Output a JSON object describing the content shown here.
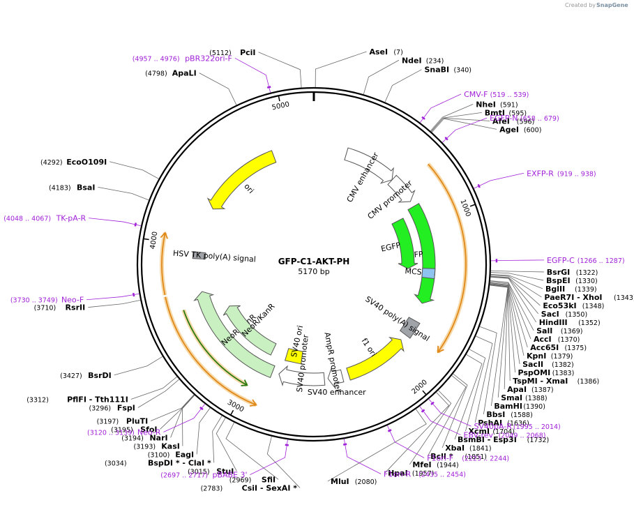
{
  "plasmid": {
    "name": "GFP-C1-AKT-PH",
    "length_label": "5170 bp",
    "length": 5170
  },
  "credit": {
    "prefix": "Created by",
    "brand": "SnapGene"
  },
  "ruler_ticks": [
    {
      "bp": 1000,
      "label": "1000"
    },
    {
      "bp": 2000,
      "label": "2000"
    },
    {
      "bp": 3000,
      "label": "3000"
    },
    {
      "bp": 4000,
      "label": "4000"
    },
    {
      "bp": 5000,
      "label": "5000"
    }
  ],
  "features": [
    {
      "name": "CMV enhancer",
      "start": 235,
      "end": 614,
      "color": "#ffffff",
      "strand": 1,
      "ring": "inner"
    },
    {
      "name": "CMV promoter",
      "start": 615,
      "end": 818,
      "color": "#ffffff",
      "strand": 1,
      "ring": "inner"
    },
    {
      "name": "EGFP",
      "start": 860,
      "end": 1577,
      "color": "#22ee22",
      "strand": 1,
      "ring": "inner"
    },
    {
      "name": "EGFP",
      "start": 900,
      "end": 1330,
      "color": "#22ee22",
      "strand": 1,
      "ring": "inner2"
    },
    {
      "name": "MCS",
      "start": 1322,
      "end": 1390,
      "color": "#8ec3f0",
      "strand": 0,
      "ring": "inner"
    },
    {
      "name": "SV40 poly(A) signal",
      "start": 1711,
      "end": 1832,
      "color": "#a0a4a8",
      "strand": 0,
      "ring": "inner"
    },
    {
      "name": "f1 ori",
      "start": 1879,
      "end": 2334,
      "color": "#ffff00",
      "strand": -1,
      "ring": "inner"
    },
    {
      "name": "AmpR promoter",
      "start": 2380,
      "end": 2484,
      "color": "#ffffff",
      "strand": 1,
      "ring": "inner"
    },
    {
      "name": "SV40 promoter",
      "start": 2510,
      "end": 2839,
      "color": "#ffffff",
      "strand": 1,
      "ring": "inner"
    },
    {
      "name": "SV40 ori",
      "start": 2690,
      "end": 2825,
      "color": "#ffff00",
      "strand": 0,
      "ring": "inner2"
    },
    {
      "name": "SV40 enhancer",
      "start": 2560,
      "end": 2690,
      "color": "#ffffff",
      "strand": 0,
      "ring": "hidden"
    },
    {
      "name": "NeoR/KanR",
      "start": 2887,
      "end": 3681,
      "color": "#c8f0c0",
      "strand": 1,
      "ring": "inner"
    },
    {
      "name": "NeoR/KanR",
      "start": 2950,
      "end": 3500,
      "color": "#c8f0c0",
      "strand": 1,
      "ring": "inner2"
    },
    {
      "name": "HSV TK poly(A) signal",
      "start": 3917,
      "end": 3964,
      "color": "#a0a4a8",
      "strand": 0,
      "ring": "inner"
    },
    {
      "name": "ori",
      "start": 4290,
      "end": 4878,
      "color": "#ffff00",
      "strand": -1,
      "ring": "inner"
    }
  ],
  "orfs": [
    {
      "start": 700,
      "end": 1800,
      "strand": 1,
      "arrow_color": "#e0891a"
    },
    {
      "start": 2905,
      "end": 3700,
      "strand": -1,
      "arrow_color": "#e0891a"
    },
    {
      "start": 3710,
      "end": 4050,
      "strand": 1,
      "arrow_color": "#e0891a"
    },
    {
      "start": 3000,
      "end": 3600,
      "strand": -1,
      "arrow_color": "#2a7a14"
    }
  ],
  "sites": [
    {
      "name": "PciI",
      "pos": "(5112)",
      "bp": 5112,
      "side": "left"
    },
    {
      "name": "AseI",
      "pos": "(7)",
      "bp": 7,
      "side": "right"
    },
    {
      "name": "NdeI",
      "pos": "(234)",
      "bp": 234,
      "side": "right"
    },
    {
      "name": "SnaBI",
      "pos": "(340)",
      "bp": 340,
      "side": "right"
    },
    {
      "name": "NheI",
      "pos": "(591)",
      "bp": 591,
      "side": "right"
    },
    {
      "name": "BmtI",
      "pos": "(595)",
      "bp": 595,
      "side": "right"
    },
    {
      "name": "AfeI",
      "pos": "(596)",
      "bp": 596,
      "side": "right"
    },
    {
      "name": "AgeI",
      "pos": "(600)",
      "bp": 600,
      "side": "right"
    },
    {
      "name": "BsrGI",
      "pos": "(1322)",
      "bp": 1322,
      "side": "right"
    },
    {
      "name": "BspEI",
      "pos": "(1330)",
      "bp": 1330,
      "side": "right"
    },
    {
      "name": "BglII",
      "pos": "(1339)",
      "bp": 1339,
      "side": "right"
    },
    {
      "name": "PaeR7I - XhoI",
      "pos": "(1343)",
      "bp": 1343,
      "side": "right"
    },
    {
      "name": "Eco53kI",
      "pos": "(1348)",
      "bp": 1348,
      "side": "right"
    },
    {
      "name": "SacI",
      "pos": "(1350)",
      "bp": 1350,
      "side": "right"
    },
    {
      "name": "HindIII",
      "pos": "(1352)",
      "bp": 1352,
      "side": "right"
    },
    {
      "name": "SalI",
      "pos": "(1369)",
      "bp": 1369,
      "side": "right"
    },
    {
      "name": "AccI",
      "pos": "(1370)",
      "bp": 1370,
      "side": "right"
    },
    {
      "name": "Acc65I",
      "pos": "(1375)",
      "bp": 1375,
      "side": "right"
    },
    {
      "name": "KpnI",
      "pos": "(1379)",
      "bp": 1379,
      "side": "right"
    },
    {
      "name": "SacII",
      "pos": "(1382)",
      "bp": 1382,
      "side": "right"
    },
    {
      "name": "PspOMI",
      "pos": "(1383)",
      "bp": 1383,
      "side": "right"
    },
    {
      "name": "TspMI - XmaI",
      "pos": "(1386)",
      "bp": 1386,
      "side": "right"
    },
    {
      "name": "ApaI",
      "pos": "(1387)",
      "bp": 1387,
      "side": "right"
    },
    {
      "name": "SmaI",
      "pos": "(1388)",
      "bp": 1388,
      "side": "right"
    },
    {
      "name": "BamHI",
      "pos": "(1390)",
      "bp": 1390,
      "side": "right"
    },
    {
      "name": "BbsI",
      "pos": "(1588)",
      "bp": 1588,
      "side": "right"
    },
    {
      "name": "PshAI",
      "pos": "(1636)",
      "bp": 1636,
      "side": "right"
    },
    {
      "name": "XcmI",
      "pos": "(1704)",
      "bp": 1704,
      "side": "right"
    },
    {
      "name": "BsmBI - Esp3I",
      "pos": "(1732)",
      "bp": 1732,
      "side": "right"
    },
    {
      "name": "XbaI",
      "pos": "(1841)",
      "bp": 1841,
      "side": "right"
    },
    {
      "name": "BclI *",
      "pos": "(1851)",
      "bp": 1851,
      "side": "right"
    },
    {
      "name": "MfeI",
      "pos": "(1944)",
      "bp": 1944,
      "side": "right"
    },
    {
      "name": "HpaI",
      "pos": "(1957)",
      "bp": 1957,
      "side": "right"
    },
    {
      "name": "MluI",
      "pos": "(2080)",
      "bp": 2080,
      "side": "right"
    },
    {
      "name": "CsiI - SexAI *",
      "pos": "(2783)",
      "bp": 2783,
      "side": "left"
    },
    {
      "name": "SfiI",
      "pos": "(2969)",
      "bp": 2969,
      "side": "left"
    },
    {
      "name": "StuI",
      "pos": "(3015)",
      "bp": 3015,
      "side": "left"
    },
    {
      "name": "BspDI * - ClaI *",
      "pos": "(3034)",
      "bp": 3034,
      "side": "left"
    },
    {
      "name": "EagI",
      "pos": "(3100)",
      "bp": 3100,
      "side": "left"
    },
    {
      "name": "KasI",
      "pos": "(3193)",
      "bp": 3193,
      "side": "left"
    },
    {
      "name": "NarI",
      "pos": "(3194)",
      "bp": 3194,
      "side": "left"
    },
    {
      "name": "SfoI",
      "pos": "(3195)",
      "bp": 3195,
      "side": "left"
    },
    {
      "name": "PluTI",
      "pos": "(3197)",
      "bp": 3197,
      "side": "left"
    },
    {
      "name": "FspI",
      "pos": "(3296)",
      "bp": 3296,
      "side": "left"
    },
    {
      "name": "PflFI - Tth111I",
      "pos": "(3312)",
      "bp": 3312,
      "side": "left"
    },
    {
      "name": "BsrDI",
      "pos": "(3427)",
      "bp": 3427,
      "side": "left"
    },
    {
      "name": "RsrII",
      "pos": "(3710)",
      "bp": 3710,
      "side": "left"
    },
    {
      "name": "BsaI",
      "pos": "(4183)",
      "bp": 4183,
      "side": "left"
    },
    {
      "name": "EcoO109I",
      "pos": "(4292)",
      "bp": 4292,
      "side": "left"
    },
    {
      "name": "ApaLI",
      "pos": "(4798)",
      "bp": 4798,
      "side": "left"
    }
  ],
  "primers": [
    {
      "name": "pBR322ori-F",
      "pos": "(4957 .. 4976)",
      "bp": 4966,
      "side": "left"
    },
    {
      "name": "CMV-F",
      "pos": "(519 .. 539)",
      "bp": 529,
      "side": "right"
    },
    {
      "name": "EGFP-N",
      "pos": "(658 .. 679)",
      "bp": 668,
      "side": "right"
    },
    {
      "name": "EXFP-R",
      "pos": "(919 .. 938)",
      "bp": 928,
      "side": "right"
    },
    {
      "name": "EGFP-C",
      "pos": "(1266 .. 1287)",
      "bp": 1276,
      "side": "right"
    },
    {
      "name": "SV40pA-R",
      "pos": "(1995 .. 2014)",
      "bp": 2004,
      "side": "right"
    },
    {
      "name": "EBV-rev",
      "pos": "(2049 .. 2068)",
      "bp": 2058,
      "side": "right"
    },
    {
      "name": "F1ori-F",
      "pos": "(2223 .. 2244)",
      "bp": 2233,
      "side": "right"
    },
    {
      "name": "F1ori-R",
      "pos": "(2435 .. 2454)",
      "bp": 2444,
      "side": "right"
    },
    {
      "name": "pBABE 3'",
      "pos": "(2697 .. 2717)",
      "bp": 2707,
      "side": "left"
    },
    {
      "name": "Neo-R",
      "pos": "(3120 .. 3139)",
      "bp": 3130,
      "side": "left"
    },
    {
      "name": "Neo-F",
      "pos": "(3730 .. 3749)",
      "bp": 3740,
      "side": "left"
    },
    {
      "name": "TK-pA-R",
      "pos": "(4048 .. 4067)",
      "bp": 4058,
      "side": "left"
    }
  ]
}
